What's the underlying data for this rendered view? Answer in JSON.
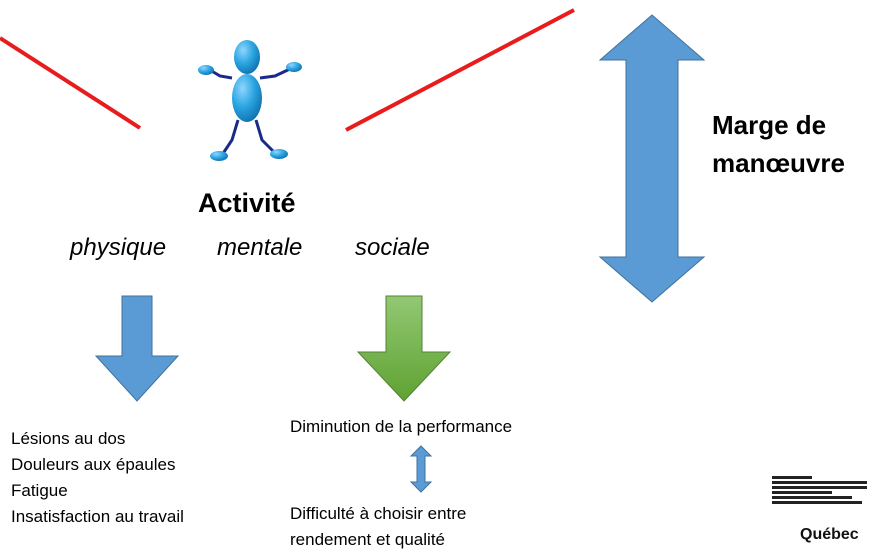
{
  "center": {
    "title": "Activité",
    "dimensions": [
      "physique",
      "mentale",
      "sociale"
    ]
  },
  "right": {
    "margin_label_line1": "Marge de",
    "margin_label_line2": "manœuvre"
  },
  "left_outcomes": [
    "Lésions au dos",
    "Douleurs aux épaules",
    "Fatigue",
    "Insatisfaction au travail"
  ],
  "middle_outcomes": {
    "top": "Diminution de la performance",
    "bottom_line1": "Difficulté à choisir entre",
    "bottom_line2": "rendement et qualité"
  },
  "logo": {
    "name": "Québec"
  },
  "colors": {
    "red_line": "#e81c1c",
    "blue_arrow": "#5b9bd5",
    "green_arrow": "#70ad47",
    "figure_blue": "#1f9ad6"
  }
}
